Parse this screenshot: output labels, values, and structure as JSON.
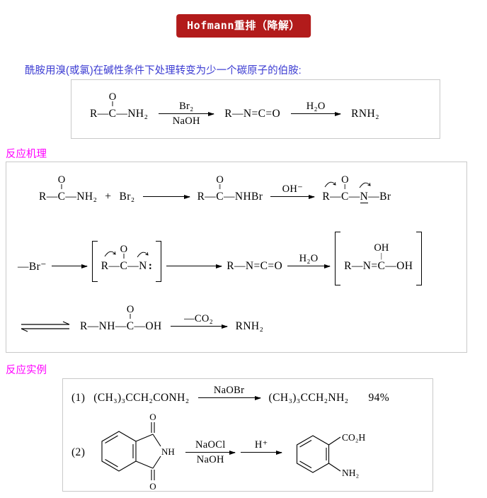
{
  "banner": {
    "title": "Hofmann重排（降解）"
  },
  "intro": {
    "text": "酰胺用溴(或氯)在碱性条件下处理转变为少一个碳原子的伯胺:"
  },
  "sections": {
    "mechanism": "反应机理",
    "examples": "反应实例"
  },
  "overview": {
    "amide": {
      "pre": "R—",
      "above": "O",
      "dbl": "‖",
      "atom": "C",
      "post": "—NH₂"
    },
    "arrow_br2": {
      "top": "Br₂",
      "bottom": "NaOH"
    },
    "isocyanate": "R—N=C=O",
    "arrow_h2o": {
      "top": "H₂O"
    },
    "product": "RNH₂"
  },
  "mechanism": {
    "row1": {
      "amide": {
        "pre": "R—",
        "above": "O",
        "dbl": "‖",
        "atom": "C",
        "post": "—NH₂"
      },
      "plus": "+",
      "br2": "Br₂",
      "bromoamide": {
        "pre": "R—",
        "above": "O",
        "dbl": "‖",
        "atom": "C",
        "post": "—NHBr"
      },
      "arrow_oh": {
        "top": "OH⁻"
      },
      "anion": {
        "pre": "R—",
        "above": "O",
        "dbl": "‖",
        "atom": "C",
        "bond": "—",
        "n": "N",
        "bond2": "—",
        "br": "Br"
      }
    },
    "row2": {
      "minus_br": "—Br⁻",
      "nitrene": {
        "pre": "R—",
        "above": "O",
        "dbl": "‖",
        "atom": "C",
        "bond": "—",
        "n": "N",
        "lone": ":"
      },
      "isocyanate": "R—N=C=O",
      "arrow_h2o": {
        "top": "H₂O"
      },
      "diol": {
        "pre": "R—N=",
        "above": "OH",
        "vbond": "|",
        "atom": "C",
        "post": "—OH"
      }
    },
    "row3": {
      "carbamic": {
        "pre": "R—NH—",
        "above": "O",
        "dbl": "‖",
        "atom": "C",
        "post": "—OH"
      },
      "arrow_co2": {
        "top": "—CO₂"
      },
      "product": "RNH₂"
    }
  },
  "examples": {
    "ex1": {
      "label": "(1)",
      "reactant": "(CH₃)₃CCH₂CONH₂",
      "arrow": {
        "top": "NaOBr"
      },
      "product": "(CH₃)₃CCH₂NH₂",
      "yield": "94%"
    },
    "ex2": {
      "label": "(2)",
      "phthalimide": {
        "o_top": "O",
        "o_bottom": "O",
        "nh": "NH"
      },
      "arrow_naocl": {
        "top": "NaOCl",
        "bottom": "NaOH"
      },
      "arrow_h": {
        "top": "H⁺"
      },
      "product": {
        "co2h": "CO₂H",
        "nh2": "NH₂"
      }
    }
  },
  "colors": {
    "banner-bg": "#b21b1b",
    "banner-text": "#ffffff",
    "intro-text": "#3b3bd2",
    "section-text": "#ff00ff",
    "box-border": "#c9c9c9",
    "ink": "#000000"
  }
}
